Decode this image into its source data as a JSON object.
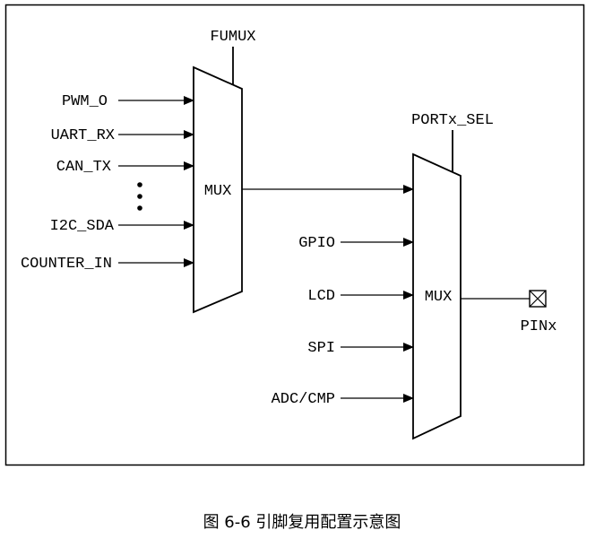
{
  "diagram": {
    "left_mux": {
      "control_label": "FUMUX",
      "label": "MUX",
      "inputs": [
        "PWM_O",
        "UART_RX",
        "CAN_TX",
        "I2C_SDA",
        "COUNTER_IN"
      ]
    },
    "right_mux": {
      "control_label": "PORTx_SEL",
      "label": "MUX",
      "inputs": [
        "GPIO",
        "LCD",
        "SPI",
        "ADC/CMP"
      ]
    },
    "output_pin_label": "PINx"
  },
  "caption": "图 6-6 引脚复用配置示意图"
}
